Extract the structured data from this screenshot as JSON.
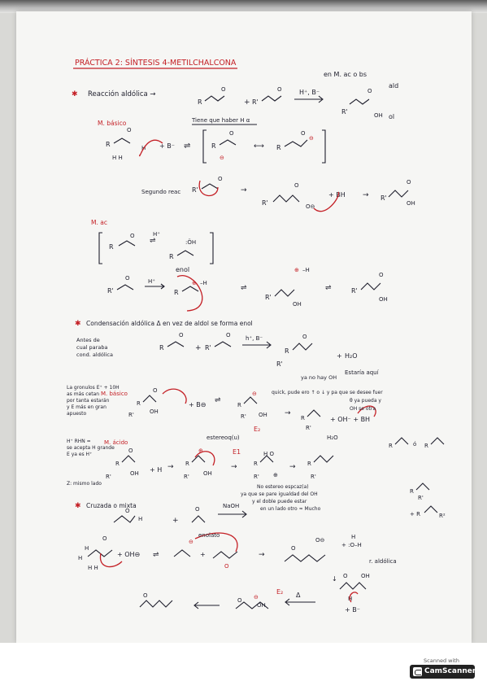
{
  "title": "PRÁCTICA 2: SÍNTESIS 4-METILCHALCONA",
  "sections": {
    "aldol_header": "Reacción aldólica →",
    "aldol_condition": "en M. ac o bs",
    "reagents": "H⁺, B⁻",
    "product_ald": "ald",
    "product_ol": "ol",
    "alpha_h_note": "Tiene que haber H α",
    "basic_mech": "M. básico",
    "second_react": "Segundo reac",
    "acid_mech": "M. ac",
    "enol_label": "enol",
    "condensation_header": "Condensación aldólica Δ en vez de aldol se forma enol",
    "condensation_reagents": "h⁺, B⁻",
    "water": "H₂O",
    "no_oh_note": "ya no hay OH",
    "stop_note": "Estaría aquí",
    "left_note_1": "Antes de cual paraba cond. aldólica",
    "left_note_2": "La gronulos E⁺ + 10H as más cetan por tanta estarán y E más en gran apuesto",
    "basic_mech_2": "M. básico",
    "quick_note": "quick, pude ero ↑ o ↓ y pa que se desee fuer θ ya pueda y OH se otra",
    "stereo_label": "estereoq(u)",
    "e2_label": "E₂",
    "water2": "H₂O",
    "acid_note": "H⁺ RHN = se acepta H grande, E ya es H⁺",
    "acid_mech_2": "M. ácido",
    "e1_label": "E1",
    "other_side": "Z: mismo lado",
    "no_stereo_note": "No estereo espcaz(a) ya que se pare igualdad del OH y el doble puede estar en un lado otro ≈ Mucho",
    "crossed_header": "Cruzada o mixta",
    "naoh": "NaOH",
    "enolate": "enolato",
    "r_aldol": "r. aldólica",
    "e2_label_2": "E₂",
    "delta": "Δ",
    "base": "B⁻"
  },
  "footer": {
    "scanned_with": "Scanned with",
    "app_name": "CamScanner"
  },
  "colors": {
    "ink": "#1e1e2c",
    "red_ink": "#c42026",
    "paper": "#f6f6f4"
  }
}
